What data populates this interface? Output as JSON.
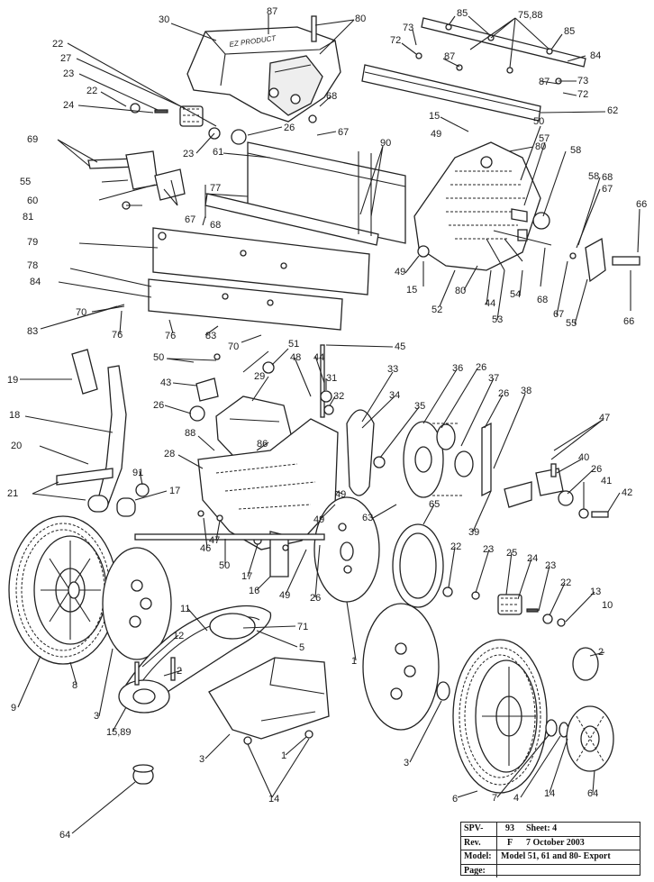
{
  "labels": [
    "87",
    "30",
    "80",
    "85",
    "75,88",
    "73",
    "85",
    "84",
    "72",
    "87",
    "87",
    "73",
    "72",
    "62",
    "22",
    "27",
    "23",
    "22",
    "24",
    "68",
    "26",
    "67",
    "15",
    "49",
    "80",
    "90",
    "50",
    "57",
    "58",
    "69",
    "23",
    "61",
    "58",
    "68",
    "67",
    "55",
    "60",
    "77",
    "81",
    "67",
    "68",
    "66",
    "79",
    "49",
    "15",
    "78",
    "84",
    "80",
    "54",
    "68",
    "52",
    "44",
    "53",
    "67",
    "55",
    "66",
    "70",
    "83",
    "76",
    "76",
    "83",
    "70",
    "51",
    "45",
    "50",
    "48",
    "44",
    "19",
    "43",
    "29",
    "31",
    "32",
    "33",
    "34",
    "36",
    "26",
    "37",
    "26",
    "38",
    "35",
    "18",
    "26",
    "88",
    "86",
    "20",
    "28",
    "91",
    "49",
    "47",
    "40",
    "26",
    "41",
    "42",
    "21",
    "17",
    "63",
    "65",
    "39",
    "49",
    "47",
    "46",
    "50",
    "17",
    "16",
    "49",
    "26",
    "22",
    "23",
    "25",
    "24",
    "23",
    "22",
    "13",
    "10",
    "11",
    "71",
    "12",
    "5",
    "2",
    "2",
    "1",
    "3",
    "9",
    "8",
    "15,89",
    "3",
    "1",
    "3",
    "6",
    "7",
    "4",
    "14",
    "64"
  ],
  "title_block": {
    "spv_label": "SPV-",
    "spv_value": "93",
    "sheet": "Sheet: 4",
    "rev_label": "Rev.",
    "rev_value": "F",
    "date": "7 October 2003",
    "model_label": "Model:",
    "model_value": "Model 51, 61 and 80- Export",
    "page_label": "Page:"
  }
}
